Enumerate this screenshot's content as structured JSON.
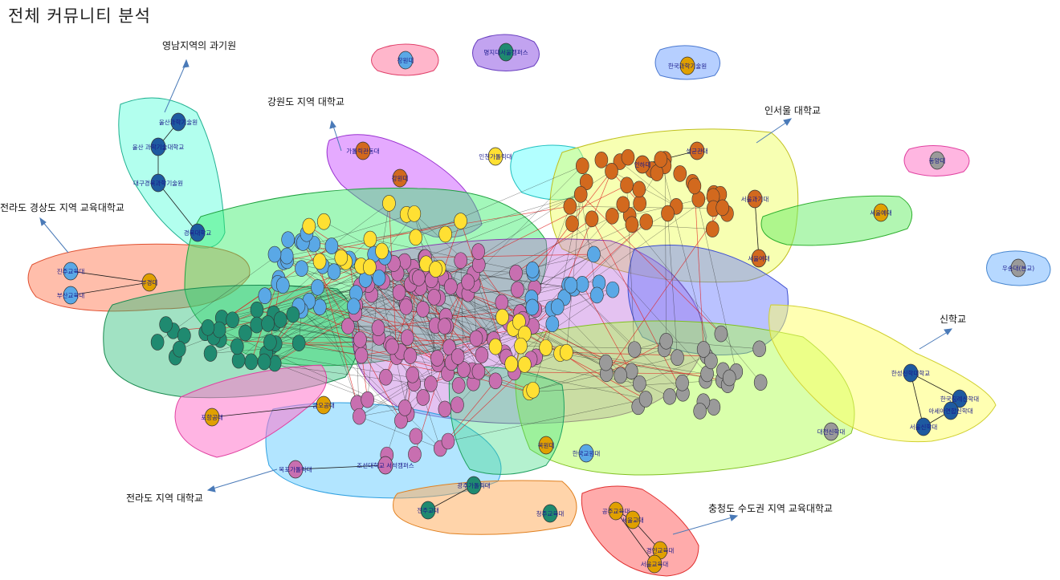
{
  "title": "전체 커뮤니티 분석",
  "colors": {
    "edge_black": "#1a1a1a",
    "edge_red": "#e02020",
    "node_purple": "#c86fb0",
    "node_yellow": "#ffe033",
    "node_orange": "#d2691e",
    "node_blue": "#5aa8e6",
    "node_teal": "#1f8a70",
    "node_gray": "#9a9a9a",
    "node_navy": "#1e5aa0",
    "node_gold": "#e0a000",
    "node_green": "#2fa86a"
  },
  "annotations": [
    "영남지역의 과기원",
    "강원도 지역 대학교",
    "인서울 대학교",
    "전라도 경상도 지역 교육대학교",
    "신학교",
    "전라도 지역 대학교",
    "충청도 수도권 지역 교육대학교"
  ],
  "node_labels": {
    "isolated": [
      "창원대",
      "명지대서울캠퍼스",
      "한국과학기술원",
      "동양대",
      "우송대(본교)"
    ],
    "science_institutes": [
      "울산과학기술원",
      "울산 과학기술대학교",
      "대구경북과학기술원",
      "경북대학교"
    ],
    "edu_south": [
      "진주교육대",
      "부산교육대",
      "부경대"
    ],
    "shinhak": [
      "한성신학대학교",
      "한국침례신학대",
      "아세아연합신학대",
      "서울신학대"
    ],
    "chungcheong_edu": [
      "공주교육대",
      "서울교대",
      "경인교육대",
      "서울교육대"
    ],
    "inseoul": [
      "서울과기대",
      "성균관대",
      "서울예대",
      "인하대",
      "서울여대"
    ],
    "gangwon": [
      "가톨릭관동대",
      "강원대",
      "인천가톨릭대"
    ],
    "jeolla": [
      "목포가톨릭대",
      "조선대학교 서석캠퍼스",
      "광주가톨릭대",
      "전주교대"
    ],
    "south_misc": [
      "포항공대",
      "금오공대",
      "목원대",
      "한국교원대",
      "청주교육대",
      "대전신학대"
    ]
  }
}
